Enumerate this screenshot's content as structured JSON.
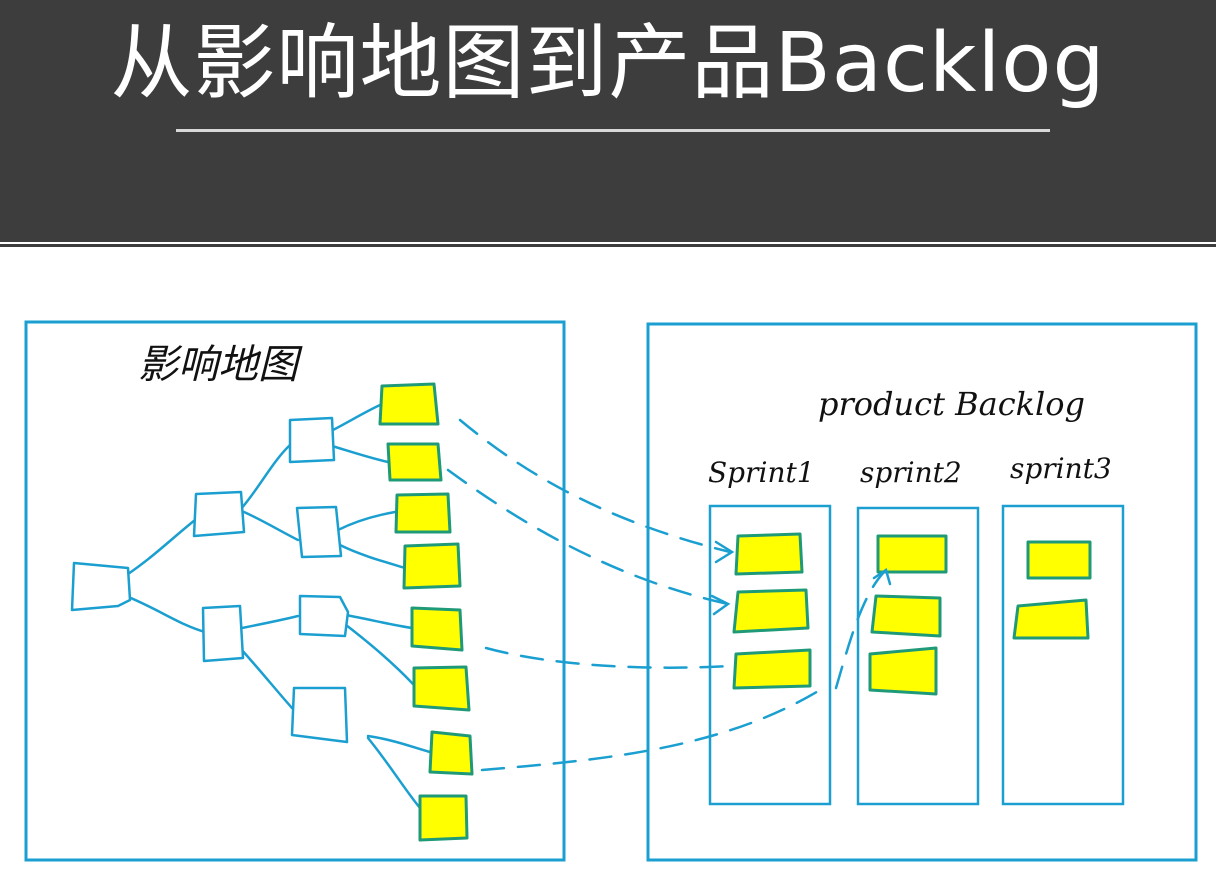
{
  "slide": {
    "title": "从影响地图到产品Backlog"
  },
  "impact_map": {
    "label": "影响地图"
  },
  "product_backlog": {
    "label": "product Backlog",
    "sprints": [
      {
        "label": "Sprint1"
      },
      {
        "label": "sprint2"
      },
      {
        "label": "sprint3"
      }
    ]
  },
  "colors": {
    "header_bg": "#3d3d3d",
    "frame_blue": "#1a9fd0",
    "node_blue": "#1a9fd0",
    "sticky_yellow": "#ffff00",
    "sticky_outline": "#1f9a78"
  }
}
